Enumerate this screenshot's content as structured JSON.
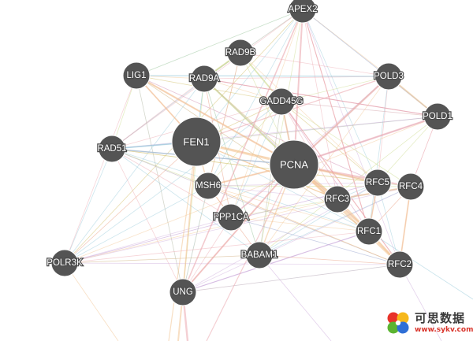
{
  "network": {
    "node_color": "#545454",
    "label_color": "#ffffff",
    "edge_colors": {
      "pink": "#eaa0a8",
      "orange": "#f2c08a",
      "blue": "#8fc6d8",
      "purple": "#c9a6d9",
      "green": "#c6d67f"
    },
    "nodes": [
      {
        "id": "APEX2",
        "label": "APEX2",
        "size": "small"
      },
      {
        "id": "RAD9B",
        "label": "RAD9B",
        "size": "small"
      },
      {
        "id": "LIG1",
        "label": "LIG1",
        "size": "small"
      },
      {
        "id": "RAD9A",
        "label": "RAD9A",
        "size": "small"
      },
      {
        "id": "POLD3",
        "label": "POLD3",
        "size": "small"
      },
      {
        "id": "GADD45G",
        "label": "GADD45G",
        "size": "small"
      },
      {
        "id": "POLD1",
        "label": "POLD1",
        "size": "small"
      },
      {
        "id": "FEN1",
        "label": "FEN1",
        "size": "large"
      },
      {
        "id": "RAD51",
        "label": "RAD51",
        "size": "small"
      },
      {
        "id": "PCNA",
        "label": "PCNA",
        "size": "large"
      },
      {
        "id": "MSH6",
        "label": "MSH6",
        "size": "small"
      },
      {
        "id": "RFC5",
        "label": "RFC5",
        "size": "small"
      },
      {
        "id": "RFC4",
        "label": "RFC4",
        "size": "small"
      },
      {
        "id": "RFC3",
        "label": "RFC3",
        "size": "small"
      },
      {
        "id": "PPP1CA",
        "label": "PPP1CA",
        "size": "small"
      },
      {
        "id": "RFC1",
        "label": "RFC1",
        "size": "small"
      },
      {
        "id": "POLR3K",
        "label": "POLR3K",
        "size": "small"
      },
      {
        "id": "BABAM1",
        "label": "BABAM1",
        "size": "small"
      },
      {
        "id": "RFC2",
        "label": "RFC2",
        "size": "small"
      },
      {
        "id": "UNG",
        "label": "UNG",
        "size": "small"
      }
    ]
  },
  "watermark": {
    "brand": "可思数据",
    "url": "www.sykv.com",
    "logo_colors": [
      "#e8332a",
      "#f6b81b",
      "#5bb431",
      "#2f6fd6"
    ]
  }
}
